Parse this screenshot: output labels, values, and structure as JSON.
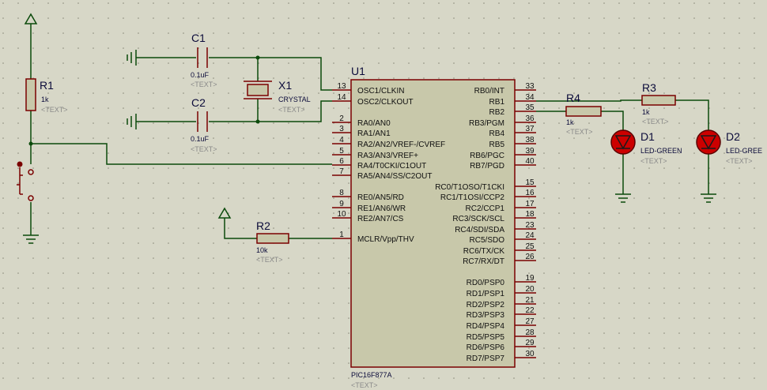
{
  "colors": {
    "background": "#d7d7c7",
    "wire": "#0b4a0b",
    "component": "#7a0000",
    "body_fill": "#c8c8aa",
    "led_fill": "#cc0000"
  },
  "components": {
    "r1": {
      "ref": "R1",
      "value": "1k",
      "text": "<TEXT>"
    },
    "c1": {
      "ref": "C1",
      "value": "0.1uF",
      "text": "<TEXT>"
    },
    "c2": {
      "ref": "C2",
      "value": "0.1uF",
      "text": "<TEXT>"
    },
    "x1": {
      "ref": "X1",
      "value": "CRYSTAL",
      "text": "<TEXT>"
    },
    "u1": {
      "ref": "U1",
      "value": "PIC16F877A",
      "text": "<TEXT>"
    },
    "r2": {
      "ref": "R2",
      "value": "10k",
      "text": "<TEXT>"
    },
    "r3": {
      "ref": "R3",
      "value": "1k",
      "text": "<TEXT>"
    },
    "r4": {
      "ref": "R4",
      "value": "1k",
      "text": "<TEXT>"
    },
    "d1": {
      "ref": "D1",
      "value": "LED-GREEN",
      "text": "<TEXT>"
    },
    "d2": {
      "ref": "D2",
      "value": "LED-GREE",
      "text": "<TEXT>"
    }
  },
  "u1_left_pins": [
    {
      "num": "13",
      "name": "OSC1/CLKIN"
    },
    {
      "num": "14",
      "name": "OSC2/CLKOUT"
    },
    {
      "num": "2",
      "name": "RA0/AN0"
    },
    {
      "num": "3",
      "name": "RA1/AN1"
    },
    {
      "num": "4",
      "name": "RA2/AN2/VREF-/CVREF"
    },
    {
      "num": "5",
      "name": "RA3/AN3/VREF+"
    },
    {
      "num": "6",
      "name": "RA4/T0CKI/C1OUT"
    },
    {
      "num": "7",
      "name": "RA5/AN4/SS/C2OUT"
    },
    {
      "num": "8",
      "name": "RE0/AN5/RD"
    },
    {
      "num": "9",
      "name": "RE1/AN6/WR"
    },
    {
      "num": "10",
      "name": "RE2/AN7/CS"
    },
    {
      "num": "1",
      "name": "MCLR/Vpp/THV"
    }
  ],
  "u1_right_pins": [
    {
      "num": "33",
      "name": "RB0/INT"
    },
    {
      "num": "34",
      "name": "RB1"
    },
    {
      "num": "35",
      "name": "RB2"
    },
    {
      "num": "36",
      "name": "RB3/PGM"
    },
    {
      "num": "37",
      "name": "RB4"
    },
    {
      "num": "38",
      "name": "RB5"
    },
    {
      "num": "39",
      "name": "RB6/PGC"
    },
    {
      "num": "40",
      "name": "RB7/PGD"
    },
    {
      "num": "15",
      "name": "RC0/T1OSO/T1CKI"
    },
    {
      "num": "16",
      "name": "RC1/T1OSI/CCP2"
    },
    {
      "num": "17",
      "name": "RC2/CCP1"
    },
    {
      "num": "18",
      "name": "RC3/SCK/SCL"
    },
    {
      "num": "23",
      "name": "RC4/SDI/SDA"
    },
    {
      "num": "24",
      "name": "RC5/SDO"
    },
    {
      "num": "25",
      "name": "RC6/TX/CK"
    },
    {
      "num": "26",
      "name": "RC7/RX/DT"
    },
    {
      "num": "19",
      "name": "RD0/PSP0"
    },
    {
      "num": "20",
      "name": "RD1/PSP1"
    },
    {
      "num": "21",
      "name": "RD2/PSP2"
    },
    {
      "num": "22",
      "name": "RD3/PSP3"
    },
    {
      "num": "27",
      "name": "RD4/PSP4"
    },
    {
      "num": "28",
      "name": "RD5/PSP5"
    },
    {
      "num": "29",
      "name": "RD6/PSP6"
    },
    {
      "num": "30",
      "name": "RD7/PSP7"
    }
  ]
}
